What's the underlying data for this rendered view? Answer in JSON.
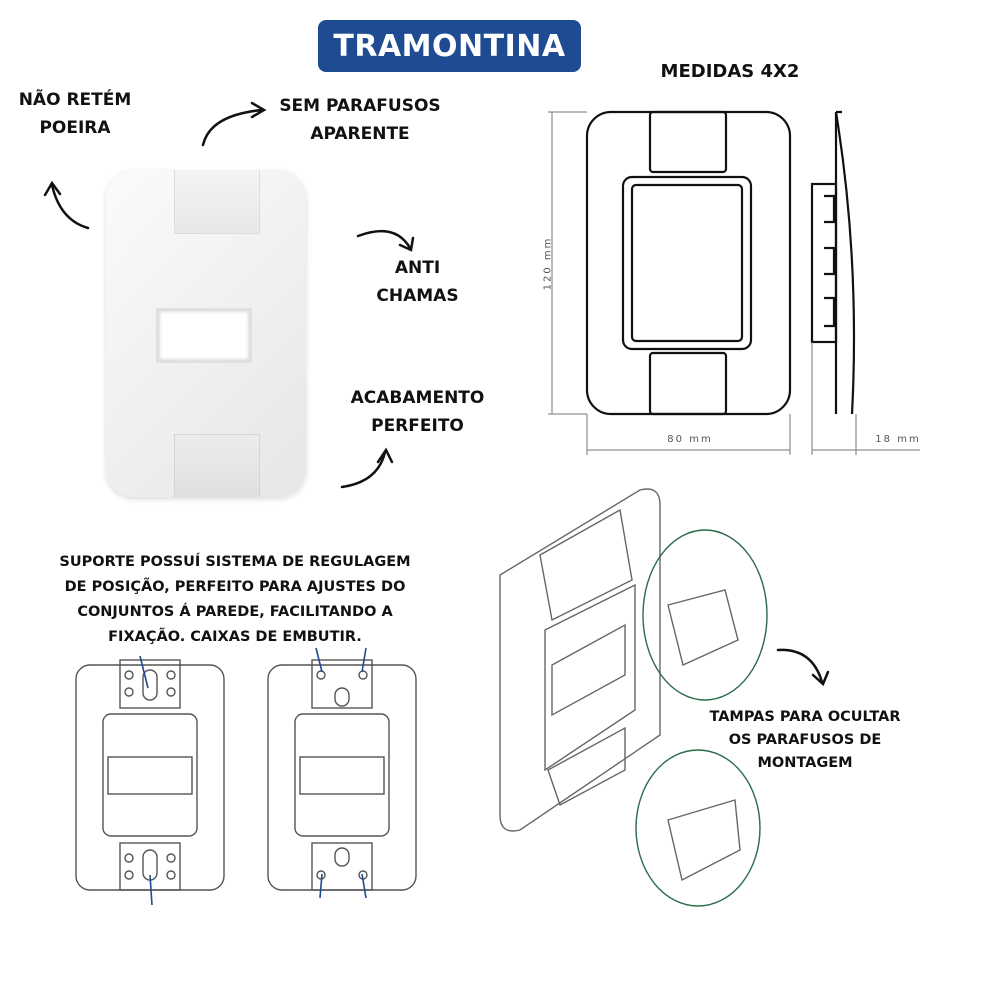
{
  "brand": {
    "logo_text": "TRAMONTINA",
    "color": "#1f4b92"
  },
  "features": {
    "dust": [
      "NÃO RETÉM",
      "POEIRA"
    ],
    "screws": [
      "SEM PARAFUSOS",
      "APARENTE"
    ],
    "flame": [
      "ANTI",
      "CHAMAS"
    ],
    "finish": [
      "ACABAMENTO",
      "PERFEITO"
    ]
  },
  "dimensions": {
    "title": "MEDIDAS 4X2",
    "height": "120  mm",
    "width": "80  mm",
    "depth": "18  mm"
  },
  "support_text": [
    "SUPORTE POSSUÍ SISTEMA DE REGULAGEM",
    "DE POSIÇÃO, PERFEITO PARA AJUSTES DO",
    "CONJUNTOS Á PAREDE, FACILITANDO A",
    "FIXAÇÃO. CAIXAS DE EMBUTIR."
  ],
  "covers_text": [
    "TAMPAS PARA OCULTAR",
    "OS PARAFUSOS DE",
    "MONTAGEM"
  ]
}
